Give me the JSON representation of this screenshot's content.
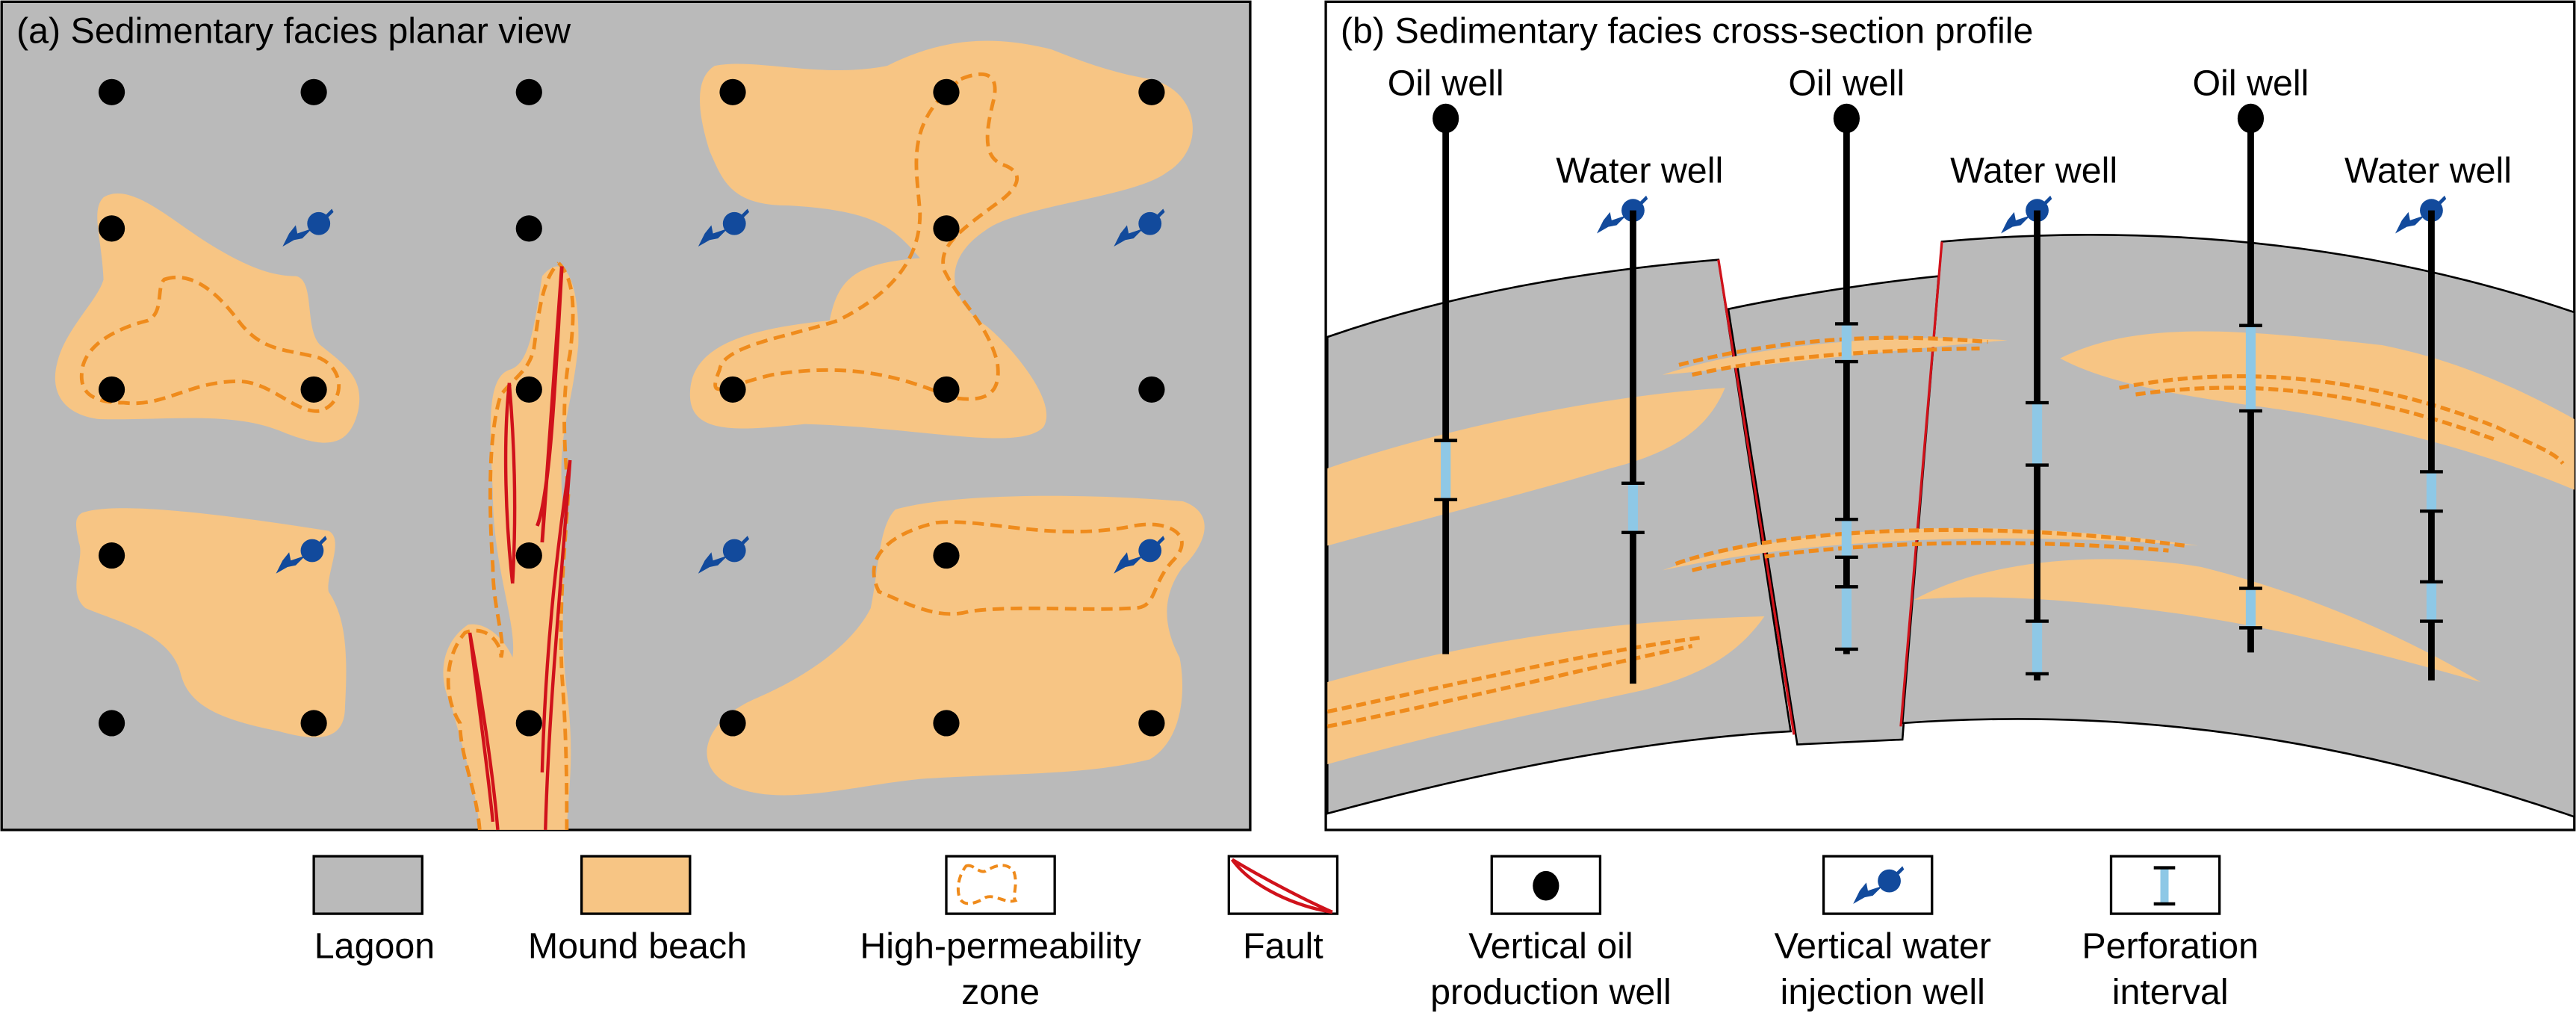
{
  "colors": {
    "lagoon": "#bababa",
    "mound_beach": "#f7c584",
    "high_perm_zone": "#ef8b1c",
    "fault": "#d0121b",
    "oil_well": "#000000",
    "water_well": "#124a9c",
    "perforation": "#8ec8e6"
  },
  "panel_a": {
    "title": "(a) Sedimentary facies planar view"
  },
  "panel_b": {
    "title": "(b) Sedimentary facies cross-section profile",
    "wells": [
      {
        "label": "Oil well",
        "type": "oil"
      },
      {
        "label": "Water well",
        "type": "water"
      },
      {
        "label": "Oil well",
        "type": "oil"
      },
      {
        "label": "Water well",
        "type": "water"
      },
      {
        "label": "Oil well",
        "type": "oil"
      },
      {
        "label": "Water well",
        "type": "water"
      }
    ]
  },
  "legend": [
    {
      "key": "lagoon",
      "line1": "Lagoon",
      "line2": ""
    },
    {
      "key": "mound-beach",
      "line1": "Mound beach",
      "line2": ""
    },
    {
      "key": "high-permeability-zone",
      "line1": "High-permeability",
      "line2": "zone"
    },
    {
      "key": "fault",
      "line1": "Fault",
      "line2": ""
    },
    {
      "key": "vertical-oil-production-well",
      "line1": "Vertical oil",
      "line2": "production well"
    },
    {
      "key": "vertical-water-injection-well",
      "line1": "Vertical water",
      "line2": "injection well"
    },
    {
      "key": "perforation-interval",
      "line1": "Perforation",
      "line2": "interval"
    }
  ]
}
